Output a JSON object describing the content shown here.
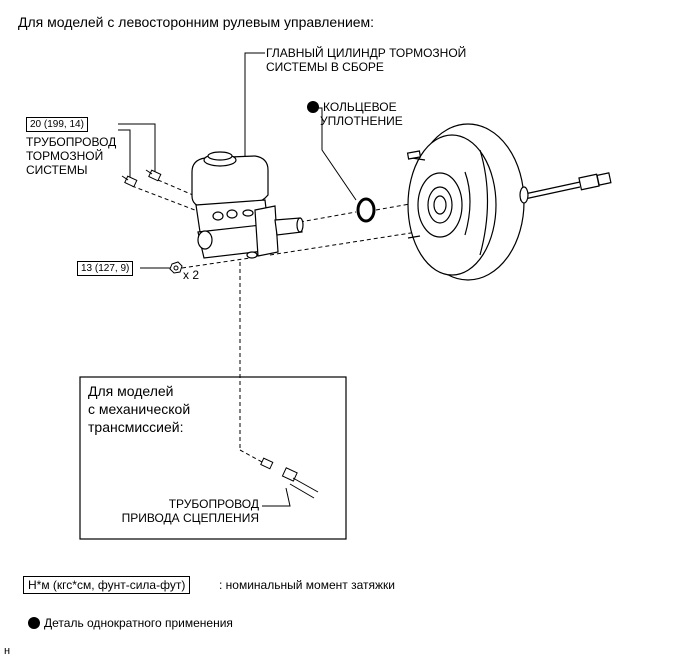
{
  "title": "Для моделей с левосторонним рулевым управлением:",
  "callouts": {
    "master_cylinder_line1": "ГЛАВНЫЙ ЦИЛИНДР ТОРМОЗНОЙ",
    "master_cylinder_line2": "СИСТЕМЫ В СБОРЕ",
    "o_ring_line1": "КОЛЬЦЕВОЕ",
    "o_ring_line2": "УПЛОТНЕНИЕ",
    "brake_line_line1": "ТРУБОПРОВОД",
    "brake_line_line2": "ТОРМОЗНОЙ",
    "brake_line_line3": "СИСТЕМЫ",
    "x2": "x 2"
  },
  "torques": {
    "brake_line": "20 (199, 14)",
    "nut": "13 (127, 9)"
  },
  "inset": {
    "title_line1": "Для моделей",
    "title_line2": "с механической",
    "title_line3": "трансмиссией:",
    "clutch_line1": "ТРУБОПРОВОД",
    "clutch_line2": "ПРИВОДА СЦЕПЛЕНИЯ"
  },
  "legend": {
    "unit_box": "Н*м (кгс*см, фунт-сила-фут)",
    "unit_desc": ": номинальный момент затяжки",
    "single_use": "Деталь однократного применения"
  },
  "footer_mark": "н"
}
